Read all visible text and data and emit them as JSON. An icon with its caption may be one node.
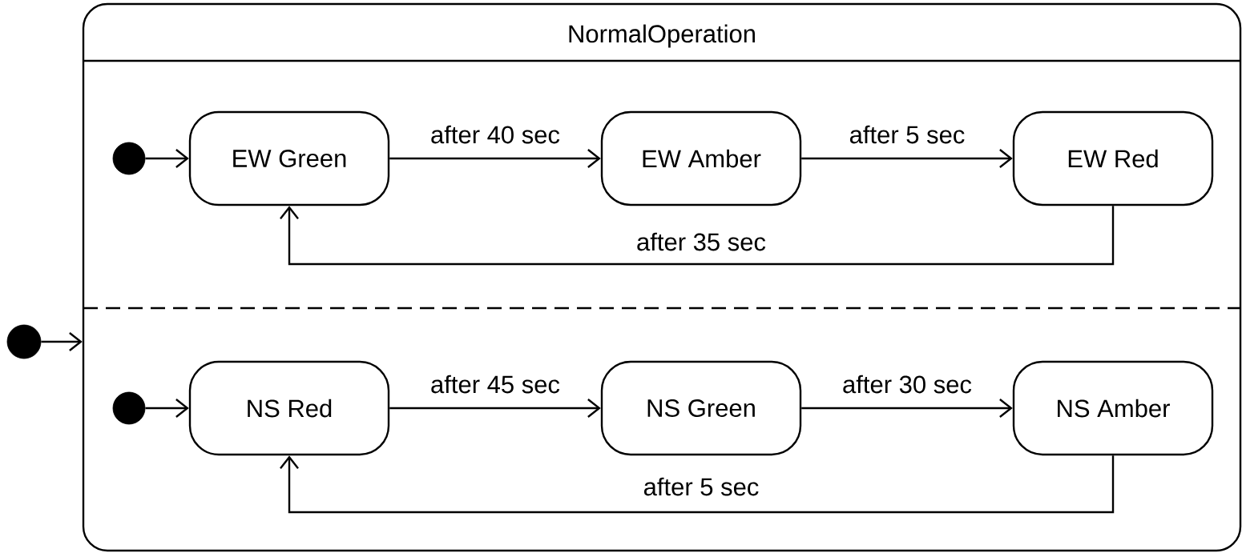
{
  "diagram": {
    "nodes": [
      {
        "text": [
          "NormalOperation"
        ]
      },
      {
        "text": [],
        "shape": "circle",
        "in": 0
      },
      {
        "text": [
          "EW Green"
        ],
        "in": 0
      },
      {
        "text": [
          "EW Amber"
        ],
        "in": 0
      },
      {
        "text": [
          "EW Red"
        ],
        "in": 0
      },
      {
        "text": [],
        "shape": "circle",
        "in": 0
      },
      {
        "text": [
          "NS Red"
        ],
        "in": 0
      },
      {
        "text": [
          "NS Green"
        ],
        "in": 0
      },
      {
        "text": [
          "NS Amber"
        ],
        "in": 0
      },
      {
        "text": [],
        "shape": "circle"
      }
    ],
    "edges": [
      {
        "from": 1,
        "to": 2,
        "arrow": "to"
      },
      {
        "from": 2,
        "to": 3,
        "arrow": "to",
        "label": "after 40 sec"
      },
      {
        "from": 3,
        "to": 4,
        "arrow": "to",
        "label": "after 5 sec"
      },
      {
        "from": 4,
        "to": 2,
        "arrow": "to",
        "label": "after 35 sec"
      },
      {
        "from": 5,
        "to": 6,
        "arrow": "to"
      },
      {
        "from": 6,
        "to": 7,
        "arrow": "to",
        "label": "after 45 sec"
      },
      {
        "from": 7,
        "to": 8,
        "arrow": "to",
        "label": "after 30 sec"
      },
      {
        "from": 8,
        "to": 6,
        "arrow": "to",
        "label": "after 5 sec"
      },
      {
        "from": 9,
        "to": 0,
        "arrow": "to"
      }
    ]
  }
}
